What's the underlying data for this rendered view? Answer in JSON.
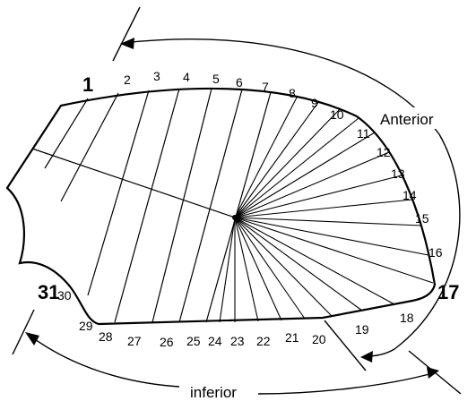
{
  "diagram": {
    "labels": {
      "anterior": "Anterior",
      "inferior": "inferior"
    },
    "numbers": [
      "1",
      "2",
      "3",
      "4",
      "5",
      "6",
      "7",
      "8",
      "9",
      "10",
      "11",
      "12",
      "13",
      "14",
      "15",
      "16",
      "17",
      "18",
      "19",
      "20",
      "21",
      "22",
      "23",
      "24",
      "25",
      "26",
      "27",
      "28",
      "29",
      "30",
      "31"
    ],
    "colors": {
      "line": "#000000",
      "background": "#ffffff"
    }
  }
}
